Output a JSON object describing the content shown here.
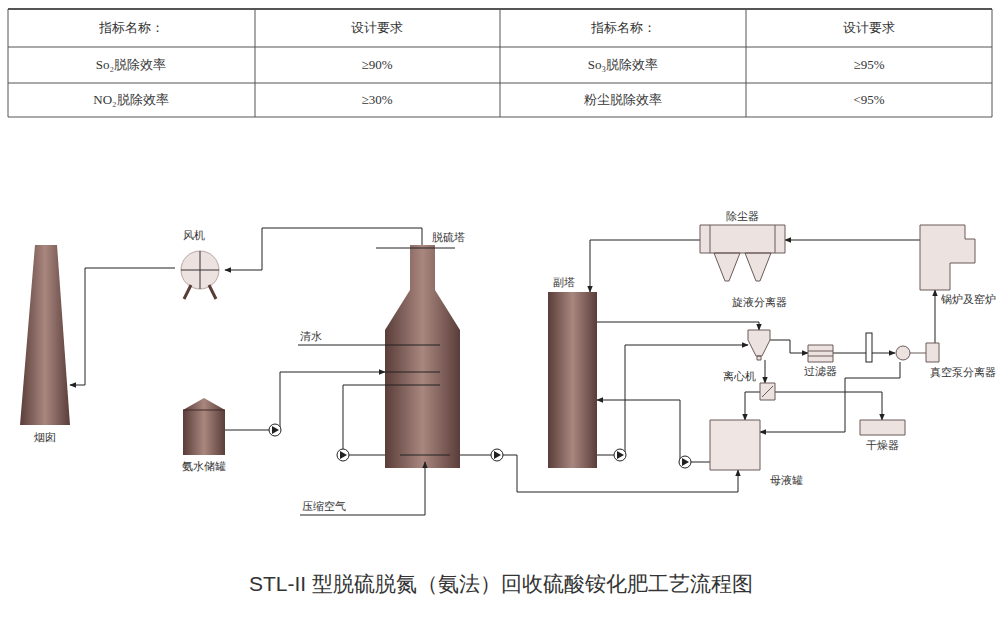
{
  "diagram": {
    "title": "STL-II 型脱硫脱氮（氨法）回收硫酸铵化肥工艺流程图",
    "nodes": [
      {
        "text": [
          "烟囱"
        ]
      },
      {
        "text": [
          "风机"
        ]
      },
      {
        "text": [
          "脱硫塔"
        ]
      },
      {
        "text": [
          "氨水储罐"
        ]
      },
      {
        "text": [
          "副塔"
        ]
      },
      {
        "text": [
          "除尘器"
        ]
      },
      {
        "text": [
          "锅炉及窑炉"
        ]
      },
      {
        "text": [
          "旋液分离器"
        ]
      },
      {
        "text": [
          "过滤器"
        ]
      },
      {
        "text": [
          "真空泵分离器"
        ]
      },
      {
        "text": [
          "离心机"
        ]
      },
      {
        "text": [
          "干燥器"
        ]
      },
      {
        "text": [
          "母液罐"
        ]
      }
    ],
    "edges": [
      {
        "from": 6,
        "to": 5,
        "arrow": "to"
      },
      {
        "from": 5,
        "to": 4,
        "arrow": "to"
      },
      {
        "from": 4,
        "to": 7,
        "arrow": "to"
      },
      {
        "from": 4,
        "to": 7,
        "arrow": "to"
      },
      {
        "from": 7,
        "to": 10,
        "arrow": "to"
      },
      {
        "from": 7,
        "to": 8,
        "arrow": "to"
      },
      {
        "from": 8,
        "to": 9,
        "arrow": "to"
      },
      {
        "from": 9,
        "to": 6,
        "arrow": "to"
      },
      {
        "from": 9,
        "to": 12,
        "arrow": "to"
      },
      {
        "from": 10,
        "to": 11,
        "arrow": "to"
      },
      {
        "from": 10,
        "to": 12,
        "arrow": "to"
      },
      {
        "from": 12,
        "to": 4,
        "arrow": "to"
      },
      {
        "from": 2,
        "to": 12,
        "arrow": "to"
      },
      {
        "from": 3,
        "to": 2,
        "arrow": "to"
      },
      {
        "from": 2,
        "to": 1,
        "arrow": "to"
      },
      {
        "from": 1,
        "to": 0,
        "arrow": "to"
      }
    ],
    "labels": [
      "指标名称：",
      "设计要求",
      "指标名称：",
      "设计要求",
      "So₂脱除效率",
      "≥90%",
      "So₃脱除效率",
      "≥95%",
      "NO₂脱除效率",
      "≥30%",
      "粉尘脱除效率",
      "<95%",
      "清水",
      "压缩空气"
    ]
  }
}
